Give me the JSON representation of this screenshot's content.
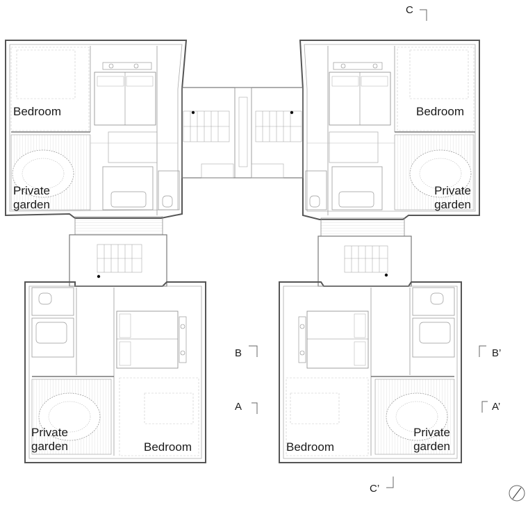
{
  "labels": {
    "bedroom": "Bedroom",
    "private": "Private",
    "garden": "garden"
  },
  "section_marks": {
    "a": "A",
    "a_prime": "A’",
    "b": "B",
    "b_prime": "B’",
    "c": "C",
    "c_prime": "C’"
  },
  "colors": {
    "wall": "#555555",
    "line": "#9a9a9a",
    "faint": "#c8c8c8",
    "text": "#1a1a1a"
  }
}
